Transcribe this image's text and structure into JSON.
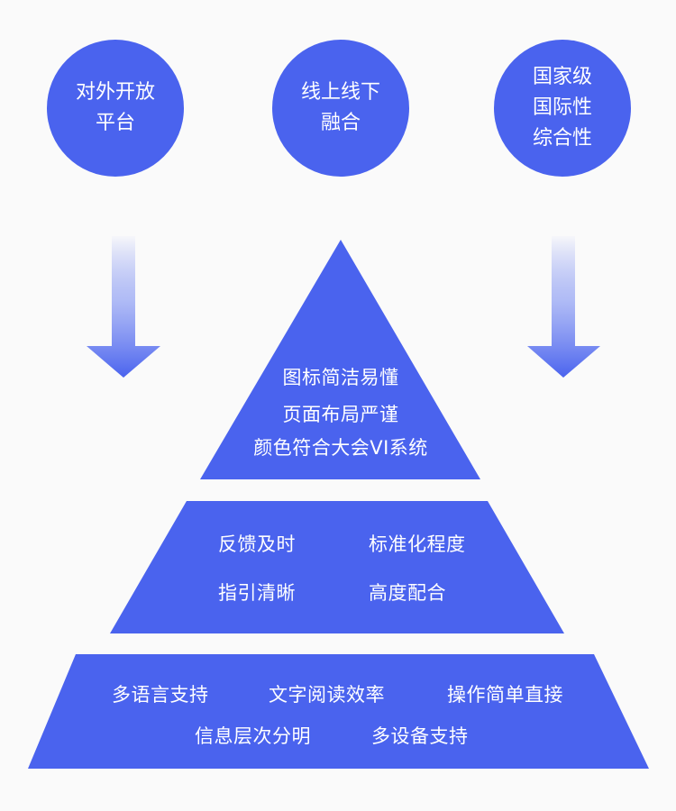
{
  "colors": {
    "primary": "#4a63ee",
    "background": "#fafafa",
    "text_on_primary": "#ffffff"
  },
  "top_circles": [
    {
      "lines": [
        "对外开放",
        "平台"
      ]
    },
    {
      "lines": [
        "线上线下",
        "融合"
      ]
    },
    {
      "lines": [
        "国家级",
        "国际性",
        "综合性"
      ]
    }
  ],
  "arrows": [
    {
      "direction": "down",
      "side": "left"
    },
    {
      "direction": "down",
      "side": "right"
    }
  ],
  "pyramid": {
    "top": {
      "items": [
        "图标简洁易懂",
        "页面布局严谨",
        "颜色符合大会VI系统"
      ]
    },
    "middle": {
      "items": [
        "反馈及时",
        "标准化程度",
        "指引清晰",
        "高度配合"
      ]
    },
    "bottom": {
      "items": [
        "多语言支持",
        "文字阅读效率",
        "操作简单直接",
        "信息层次分明",
        "多设备支持"
      ]
    }
  }
}
